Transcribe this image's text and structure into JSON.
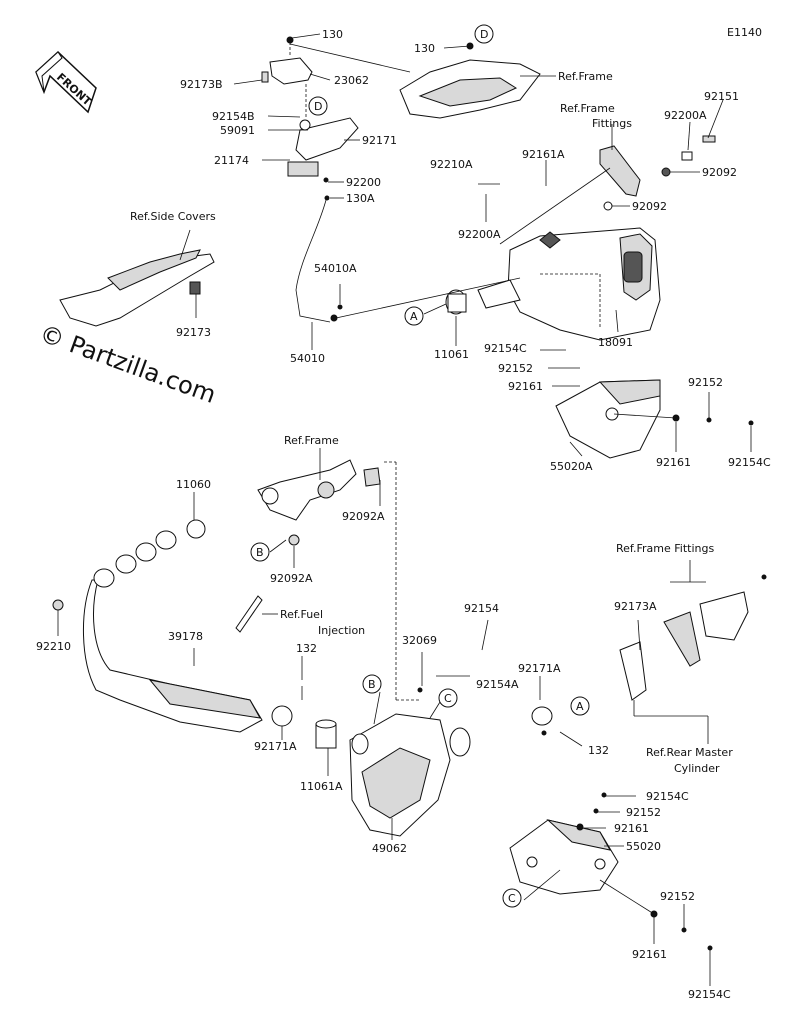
{
  "diagram_code": "E1140",
  "front_label": "FRONT",
  "watermark": "© Partzilla.com",
  "callouts": [
    "A",
    "A",
    "B",
    "B",
    "C",
    "C",
    "D",
    "D"
  ],
  "labels": [
    "130",
    "130",
    "92173B",
    "23062",
    "Ref.Frame",
    "92154B",
    "59091",
    "92171",
    "21174",
    "92200",
    "130A",
    "Ref.Frame",
    "Fittings",
    "92151",
    "92200A",
    "92210A",
    "92161A",
    "92092",
    "92092",
    "92200A",
    "Ref.Side Covers",
    "92173",
    "54010A",
    "54010",
    "11061",
    "18091",
    "92154C",
    "92152",
    "92161",
    "92152",
    "55020A",
    "92161",
    "92154C",
    "Ref.Frame",
    "11060",
    "92092A",
    "92092A",
    "92210",
    "39178",
    "Ref.Fuel",
    "Injection",
    "132",
    "92171A",
    "11061A",
    "32069",
    "92154",
    "92154A",
    "92171A",
    "132",
    "49062",
    "Ref.Frame Fittings",
    "92173A",
    "Ref.Rear Master",
    "Cylinder",
    "92154C",
    "92152",
    "92161",
    "55020",
    "92152",
    "92161",
    "92154C"
  ]
}
